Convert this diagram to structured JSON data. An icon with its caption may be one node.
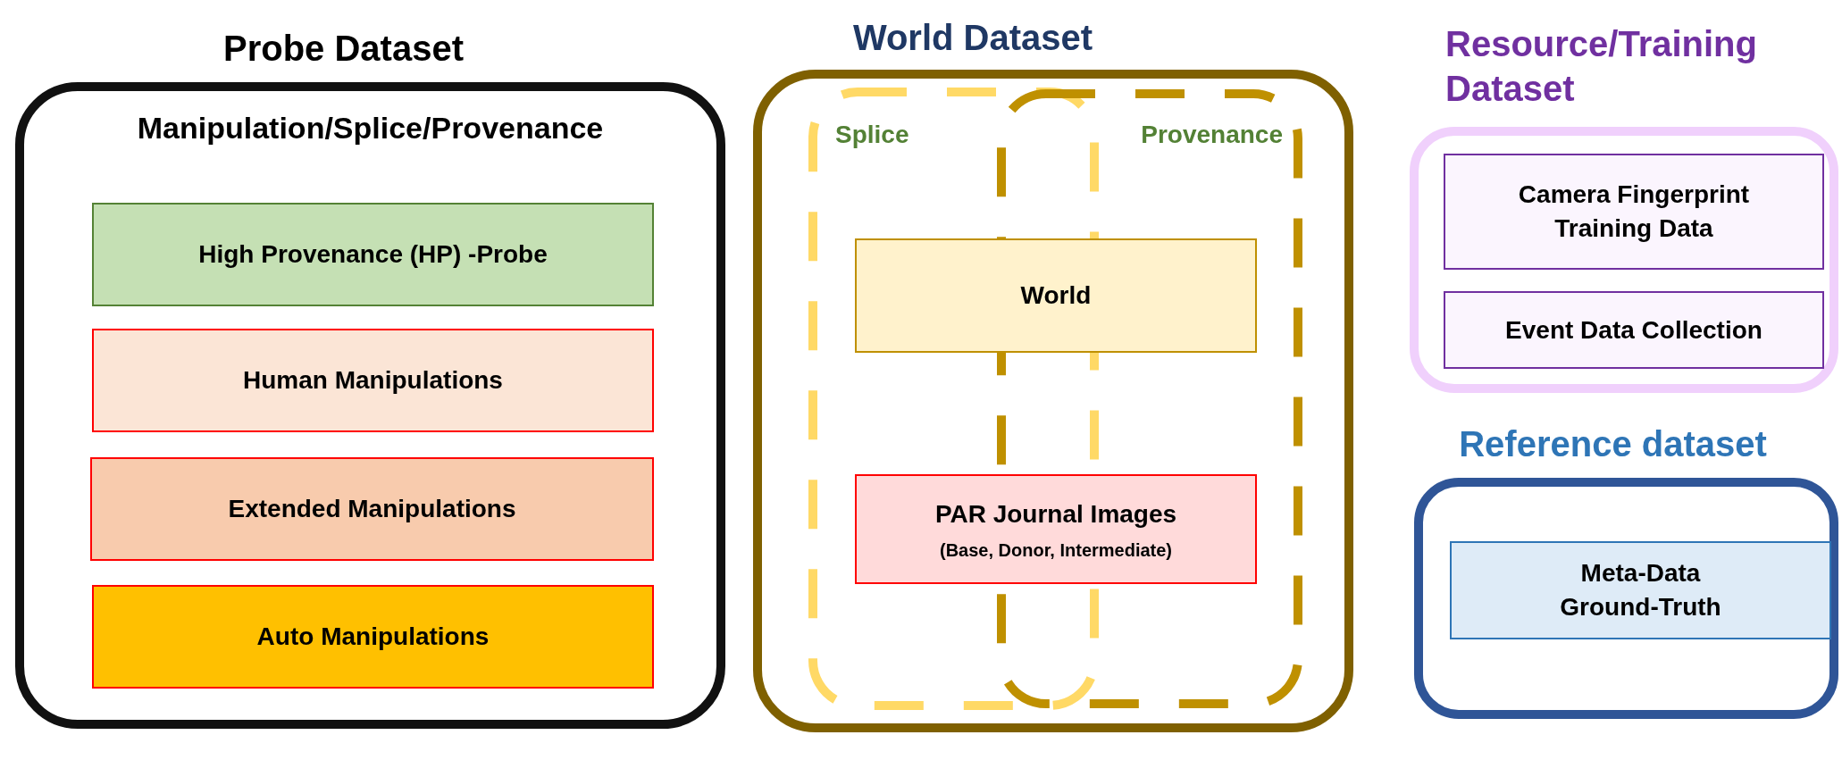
{
  "diagram": {
    "nodes": [
      {
        "text": [
          "Probe Dataset",
          "Manipulation/Splice/Provenance"
        ]
      },
      {
        "text": [
          "High Provenance (HP) -Probe"
        ],
        "in": 0
      },
      {
        "text": [
          "Human Manipulations"
        ],
        "in": 0
      },
      {
        "text": [
          "Extended Manipulations"
        ],
        "in": 0
      },
      {
        "text": [
          "Auto Manipulations"
        ],
        "in": 0
      },
      {
        "text": [
          "World Dataset"
        ]
      },
      {
        "text": [
          "Splice"
        ],
        "in": 5
      },
      {
        "text": [
          "Provenance"
        ],
        "in": 5
      },
      {
        "text": [
          "World"
        ],
        "in": 5
      },
      {
        "text": [
          "PAR Journal Images",
          "(Base, Donor, Intermediate)"
        ],
        "in": 5
      },
      {
        "text": [
          "Resource/Training Dataset"
        ]
      },
      {
        "text": [
          "Camera Fingerprint Training Data"
        ],
        "in": 10
      },
      {
        "text": [
          "Event Data Collection"
        ],
        "in": 10
      },
      {
        "text": [
          "Reference dataset"
        ]
      },
      {
        "text": [
          "Meta-Data Ground-Truth"
        ],
        "in": 13
      }
    ],
    "edges": []
  }
}
